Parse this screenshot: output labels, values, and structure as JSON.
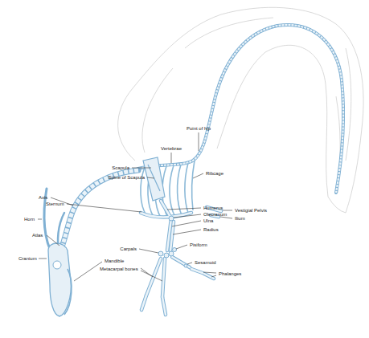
{
  "diagram": {
    "labels": [
      "Point of hip",
      "Vertebrae",
      "Scapula",
      "Ribcage",
      "Spine of Scapula",
      "Axis",
      "Sternum",
      "Humerus",
      "Vestigial Pelvis",
      "Olecranum",
      "Horn",
      "Ilium",
      "Ulna",
      "Radius",
      "Atlas",
      "Pisiform",
      "Carpals",
      "Cranium",
      "Mandible",
      "Sesamoid",
      "Metacarpal bones",
      "Phalanges"
    ]
  }
}
